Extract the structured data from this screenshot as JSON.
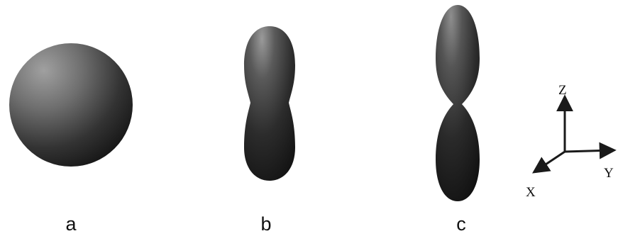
{
  "panels": [
    {
      "label": "a",
      "shape": "sphere"
    },
    {
      "label": "b",
      "shape": "peanut"
    },
    {
      "label": "c",
      "shape": "dumbbell"
    }
  ],
  "axes": {
    "z_label": "Z",
    "y_label": "Y",
    "x_label": "X"
  },
  "colors": {
    "shape_dark": "#141414",
    "shape_light": "#9a9a9a",
    "axis": "#1a1a1a"
  }
}
